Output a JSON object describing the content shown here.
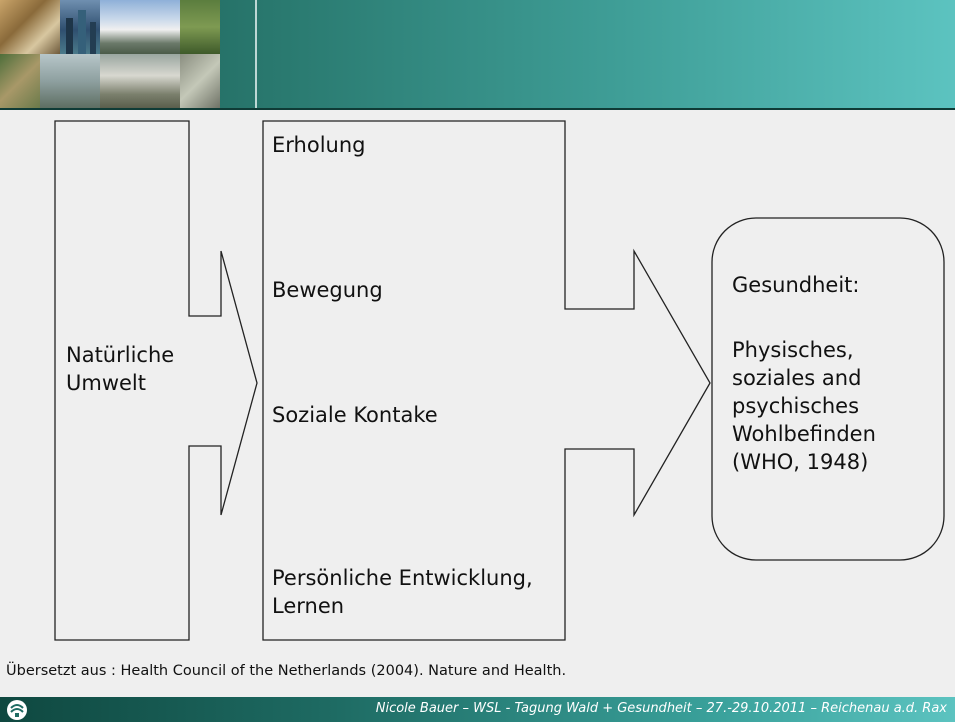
{
  "diagram": {
    "left_box": {
      "lines": [
        "Natürliche",
        "Umwelt"
      ]
    },
    "middle_items": [
      {
        "text": "Erholung"
      },
      {
        "text": "Bewegung"
      },
      {
        "text": "Soziale Kontake"
      },
      {
        "lines": [
          "Persönliche Entwicklung,",
          "Lernen"
        ]
      }
    ],
    "right_box": {
      "heading": "Gesundheit:",
      "lines": [
        "Physisches,",
        "soziales and",
        "psychisches",
        "Wohlbefinden",
        "(WHO, 1948)"
      ]
    }
  },
  "source_note": "Übersetzt aus : Health Council of the Netherlands (2004). Nature and Health.",
  "footer": {
    "credit": "Nicole Bauer – WSL -  Tagung Wald + Gesundheit  –  27.-29.10.2011 –  Reichenau a.d. Rax"
  },
  "colors": {
    "header_dark": "#1b5a52",
    "header_light": "#5cc3c0",
    "background": "#efefef",
    "outline": "#222222"
  }
}
